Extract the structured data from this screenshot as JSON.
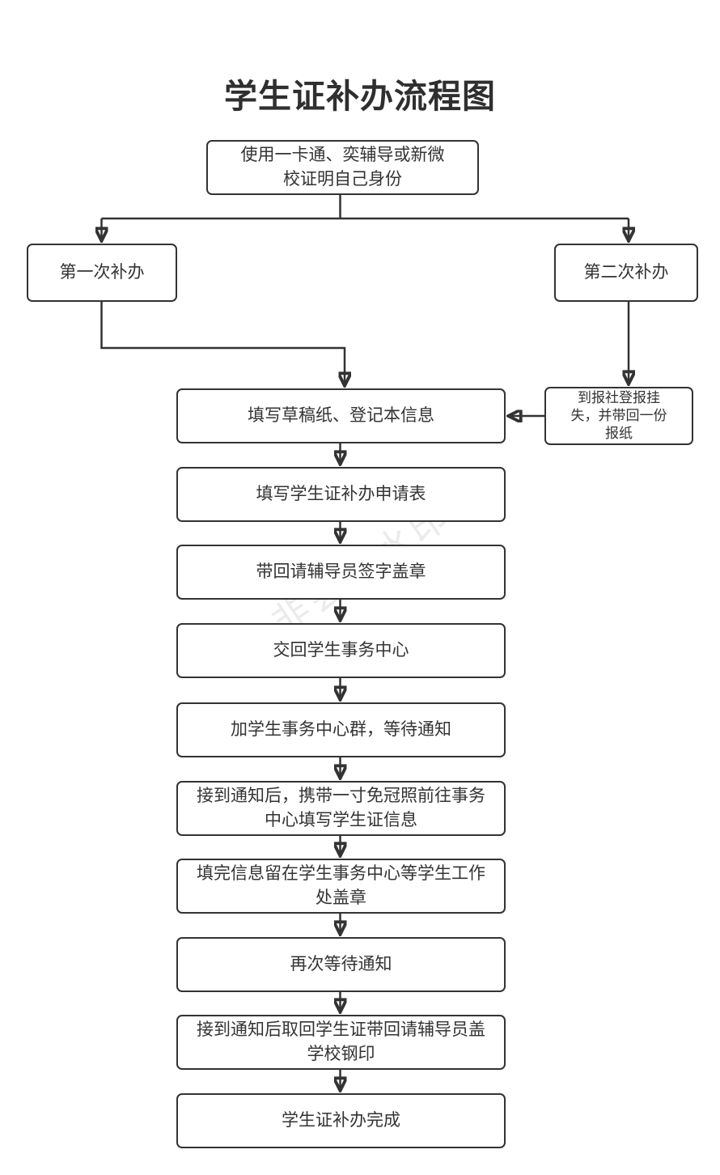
{
  "title": "学生证补办流程图",
  "watermark": "非会员水印",
  "colors": {
    "line": "#333333",
    "box_border": "#333333",
    "text": "#333333",
    "background": "#ffffff",
    "watermark_text": "#e9e9e9"
  },
  "flow": {
    "identity": "使用一卡通、奕辅导或新微\n校证明自己身份",
    "first_time": "第一次补办",
    "second_time": "第二次补办",
    "newspaper": "到报社登报挂\n失，并带回一份\n报纸",
    "steps": [
      "填写草稿纸、登记本信息",
      "填写学生证补办申请表",
      "带回请辅导员签字盖章",
      "交回学生事务中心",
      "加学生事务中心群，等待通知",
      "接到通知后，携带一寸免冠照前往事务\n中心填写学生证信息",
      "填完信息留在学生事务中心等学生工作\n处盖章",
      "再次等待通知",
      "接到通知后取回学生证带回请辅导员盖\n学校钢印",
      "学生证补办完成"
    ]
  }
}
